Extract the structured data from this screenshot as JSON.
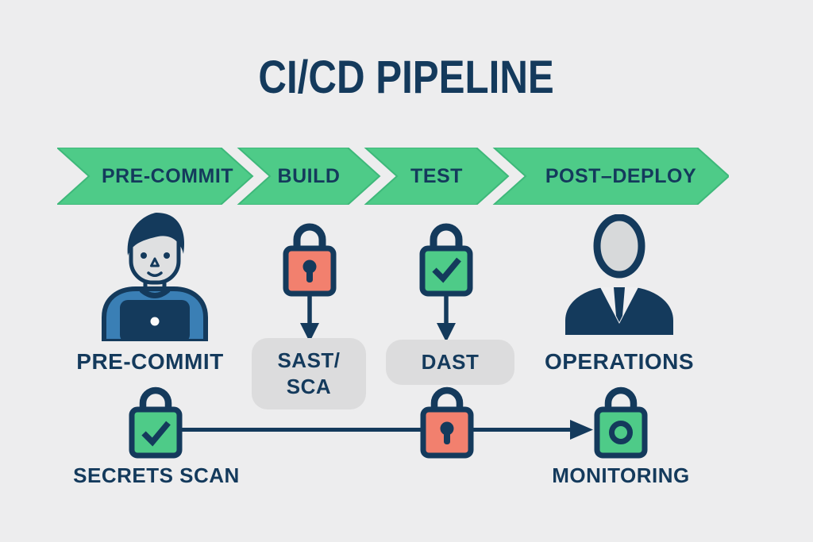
{
  "title": "CI/CD PIPELINE",
  "pipeline": {
    "stages": [
      {
        "label": "PRE-COMMIT"
      },
      {
        "label": "BUILD"
      },
      {
        "label": "TEST"
      },
      {
        "label": "POST–DEPLOY"
      }
    ]
  },
  "columns": {
    "pre_commit": {
      "icon": "developer-icon",
      "label": "PRE-COMMIT"
    },
    "build": {
      "icon": "padlock-locked-icon",
      "box_lines": [
        "SAST/",
        "SCA"
      ]
    },
    "test": {
      "icon": "padlock-check-icon",
      "box_label": "DAST"
    },
    "post_deploy": {
      "icon": "operations-person-icon",
      "label": "OPERATIONS"
    }
  },
  "bottom_flow": {
    "secrets_scan": {
      "icon": "padlock-check-icon",
      "label": "SECRETS SCAN"
    },
    "middle_lock": {
      "icon": "padlock-locked-icon"
    },
    "monitoring": {
      "icon": "padlock-monitoring-icon",
      "label": "MONITORING"
    }
  },
  "colors": {
    "background": "#ededee",
    "navy": "#143a5c",
    "green": "#4ecb88",
    "green_edge": "#3eb87a",
    "red": "#f2806e",
    "gray_box": "#dcdcdd",
    "shirt_blue": "#3a7fb5",
    "face_gray": "#dfe0e1"
  }
}
